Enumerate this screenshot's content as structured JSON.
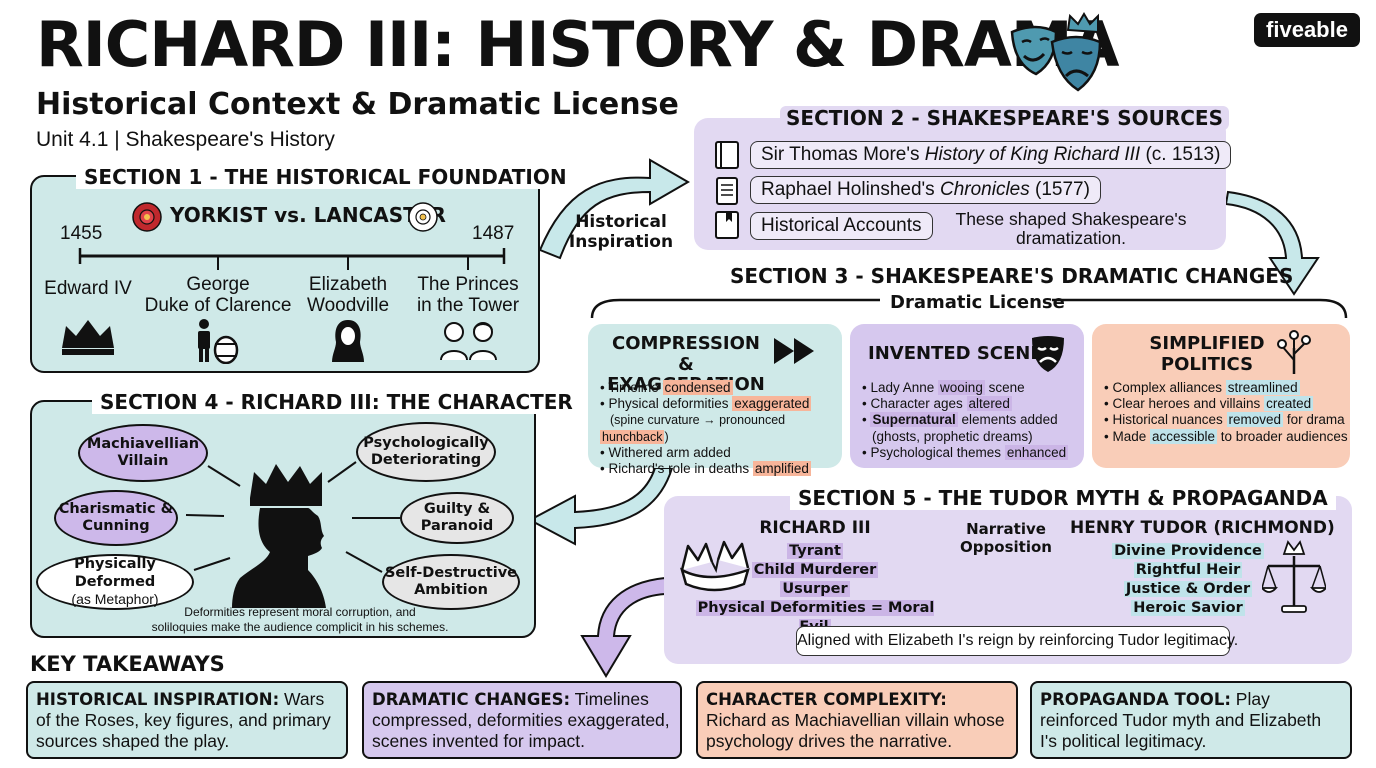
{
  "header": {
    "title": "RICHARD III: HISTORY & DRAMA",
    "subtitle": "Historical Context & Dramatic License",
    "unit": "Unit 4.1 | Shakespeare's History",
    "brand": "fiveable"
  },
  "section1": {
    "title": "SECTION 1 - THE HISTORICAL FOUNDATION",
    "conflict": "YORKIST vs. LANCASTER",
    "year_start": "1455",
    "year_end": "1487",
    "figures": [
      {
        "line1": "Edward IV",
        "line2": ""
      },
      {
        "line1": "George",
        "line2": "Duke of Clarence"
      },
      {
        "line1": "Elizabeth",
        "line2": "Woodville"
      },
      {
        "line1": "The Princes",
        "line2": "in the Tower"
      }
    ]
  },
  "arrow1_label": {
    "line1": "Historical",
    "line2": "Inspiration"
  },
  "section2": {
    "title": "SECTION 2 - SHAKESPEARE'S SOURCES",
    "source1_pre": "Sir Thomas More's ",
    "source1_em": "History of King Richard III",
    "source1_post": " (c. 1513)",
    "source2_pre": "Raphael Holinshed's ",
    "source2_em": "Chronicles",
    "source2_post": " (1577)",
    "source3": "Historical Accounts",
    "note_line1": "These shaped Shakespeare's",
    "note_line2": "dramatization."
  },
  "section3": {
    "title": "SECTION 3 - SHAKESPEARE'S DRAMATIC CHANGES",
    "subtitle": "Dramatic License",
    "card1": {
      "title_line1": "COMPRESSION &",
      "title_line2": "EXAGGERATION",
      "i1a": "Timeline ",
      "i1b": "condensed",
      "i2a": "Physical deformities ",
      "i2b": "exaggerated",
      "i2c": "(spine curvature → pronounced ",
      "i2d": "hunchback",
      "i2e": ")",
      "i3": "Withered arm added",
      "i4a": "Richard's role in deaths ",
      "i4b": "amplified"
    },
    "card2": {
      "title": "INVENTED SCENES",
      "i1a": "Lady Anne ",
      "i1b": "wooing",
      "i1c": " scene",
      "i2a": "Character ages ",
      "i2b": "altered",
      "i3a": "Supernatural",
      "i3b": " elements added",
      "i3c": "(ghosts, prophetic dreams)",
      "i4a": "Psychological themes ",
      "i4b": "enhanced"
    },
    "card3": {
      "title_line1": "SIMPLIFIED",
      "title_line2": "POLITICS",
      "i1a": "Complex alliances ",
      "i1b": "streamlined",
      "i2a": "Clear heroes and villains ",
      "i2b": "created",
      "i3a": "Historical nuances ",
      "i3b": "removed",
      "i3c": " for drama",
      "i4a": "Made ",
      "i4b": "accessible",
      "i4c": " to broader audiences"
    }
  },
  "section4": {
    "title": "SECTION 4 - RICHARD III: THE CHARACTER",
    "traits": {
      "t1": "Machiavellian Villain",
      "t2": "Charismatic & Cunning",
      "t3a": "Physically Deformed",
      "t3b": "(as Metaphor)",
      "t4": "Psychologically Deteriorating",
      "t5": "Guilty & Paranoid",
      "t6": "Self-Destructive Ambition"
    },
    "note_line1": "Deformities represent moral corruption, and",
    "note_line2": "soliloquies make the audience complicit in his schemes."
  },
  "section5": {
    "title": "SECTION 5 - THE TUDOR MYTH & PROPAGANDA",
    "richard_title": "RICHARD III",
    "richard_traits": [
      "Tyrant",
      "Child Murderer",
      "Usurper",
      "Physical Deformities = Moral Evil"
    ],
    "opposition_line1": "Narrative",
    "opposition_line2": "Opposition",
    "henry_title": "HENRY TUDOR (RICHMOND)",
    "henry_traits": [
      "Divine Providence",
      "Rightful Heir",
      "Justice & Order",
      "Heroic Savior"
    ],
    "note": "Aligned with Elizabeth I's reign by reinforcing Tudor legitimacy."
  },
  "takeaways": {
    "title": "KEY TAKEAWAYS",
    "items": [
      {
        "label": "HISTORICAL INSPIRATION:",
        "text": " Wars of the Roses, key figures, and primary sources shaped the play."
      },
      {
        "label": "DRAMATIC CHANGES:",
        "text": " Timelines compressed, deformities exaggerated, scenes invented for impact."
      },
      {
        "label": "CHARACTER COMPLEXITY:",
        "text": " Richard as Machiavellian villain whose psychology drives the narrative."
      },
      {
        "label": "PROPAGANDA TOOL:",
        "text": " Play reinforced Tudor myth and Elizabeth I's political legitimacy."
      }
    ]
  },
  "colors": {
    "teal": "#cfe9e8",
    "lavender": "#e2d9f2",
    "purple": "#cbb5e6",
    "salmon": "#f9cdb8",
    "arrow_teal": "#c8e8ea",
    "arrow_purple": "#cdb8ea"
  },
  "icons": [
    "theater-masks-icon",
    "tudor-rose-icon",
    "crown-icon",
    "book-icon",
    "scroll-icon",
    "fast-forward-icon",
    "mask-icon",
    "tree-icon",
    "broken-crown-icon",
    "scales-icon",
    "king-silhouette-icon"
  ]
}
